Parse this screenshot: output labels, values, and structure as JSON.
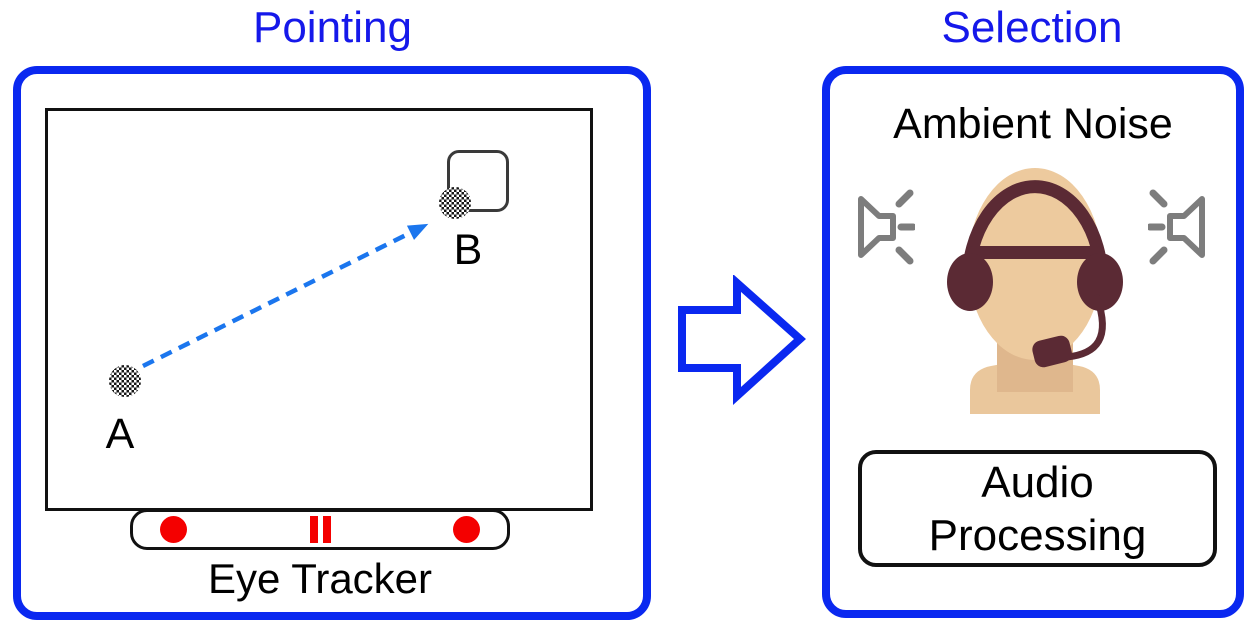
{
  "diagram": {
    "left_panel": {
      "title": "Pointing",
      "point_a_label": "A",
      "point_b_label": "B",
      "eye_tracker_label": "Eye Tracker"
    },
    "right_panel": {
      "title": "Selection",
      "ambient_noise_label": "Ambient Noise",
      "audio_processing_line1": "Audio",
      "audio_processing_line2": "Processing"
    },
    "icons": {
      "flow_arrow": "right-block-arrow",
      "speaker_left": "noise-speaker-facing-left",
      "speaker_right": "noise-speaker-facing-right",
      "person": "person-with-headset",
      "gaze_points": "halftone-dot",
      "tracker_leds": "red-led-dot",
      "tracker_pause": "pause-bars"
    },
    "colors": {
      "accent_blue": "#0a28f0",
      "title_blue": "#1518ea",
      "gaze_arrow_blue": "#1b76ee",
      "led_red": "#f40000",
      "speaker_gray": "#7d7d7d",
      "headset_maroon": "#5b2a34",
      "skin_tan": "#edca9e",
      "neck_tan": "#dfb78d",
      "shoulder_tan": "#eac79c",
      "outline_black": "#111111",
      "target_gray": "#3a3a3a"
    }
  }
}
